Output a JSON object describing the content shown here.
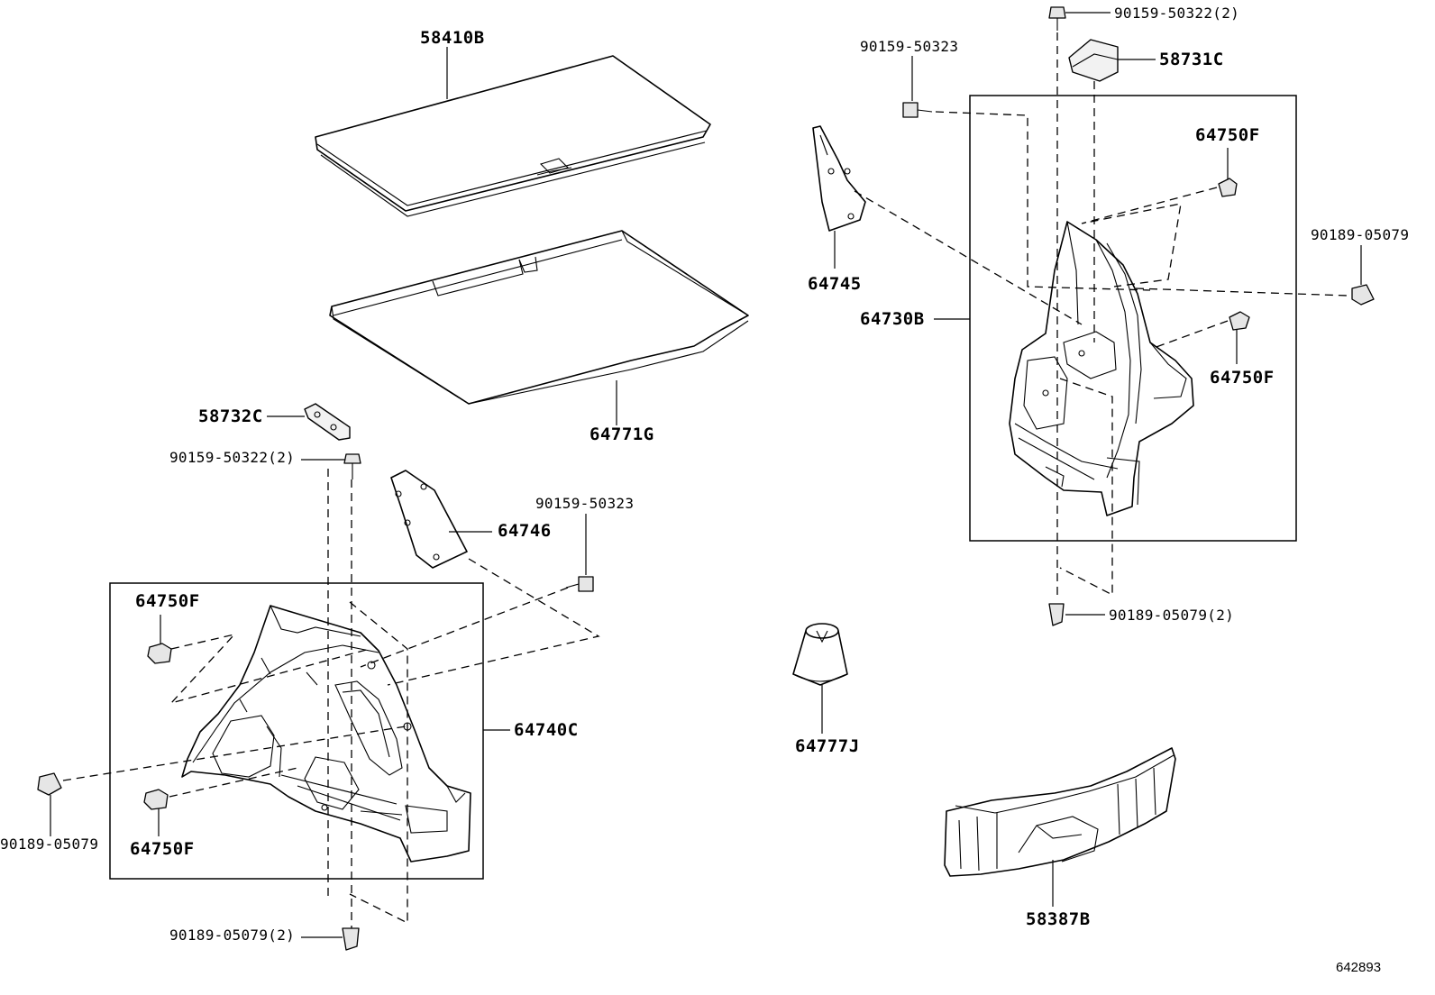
{
  "labels": {
    "tray_cover": "58410B",
    "cover_panel": "64771G",
    "clip_lh_upper": "58732C",
    "screw_lh_top": "90159-50322(2)",
    "screw_lh_mid": "90159-50323",
    "cover_lh": "64746",
    "clip_lh_upper_f": "64750F",
    "trim_lh": "64740C",
    "clip_lh_lower_f": "64750F",
    "clip_lh_side": "90189-05079",
    "clip_lh_bottom": "90189-05079(2)",
    "screw_rh_top": "90159-50322(2)",
    "screw_rh_mid": "90159-50323",
    "cap_rh": "58731C",
    "clip_rh_upper_f": "64750F",
    "clip_rh_side": "90189-05079",
    "cover_rh": "64745",
    "trim_rh": "64730B",
    "clip_rh_lower_f": "64750F",
    "clip_rh_bottom": "90189-05079(2)",
    "stopper": "64777J",
    "sill_plate": "58387B"
  },
  "diagram_id": "642893"
}
